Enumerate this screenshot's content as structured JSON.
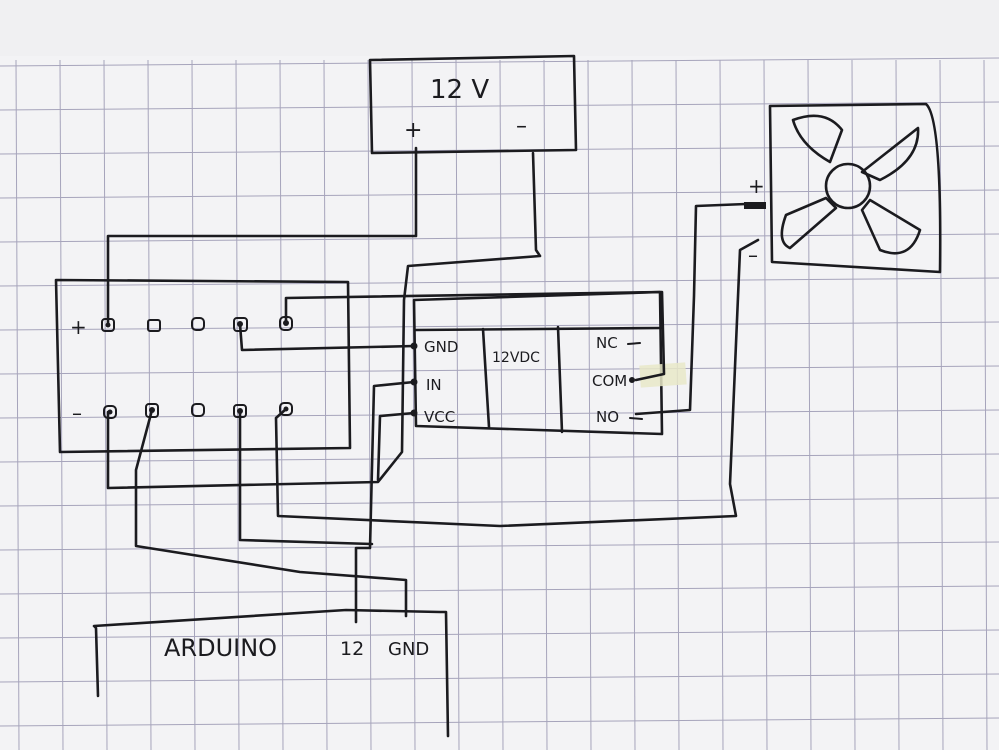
{
  "power_supply": {
    "voltage": "12 V",
    "plus": "+",
    "minus": "–"
  },
  "breadboard": {
    "plus": "+",
    "minus": "–"
  },
  "relay": {
    "gnd": "GND",
    "in": "IN",
    "vcc": "VCC",
    "model": "12VDC",
    "nc": "NC",
    "com": "COM",
    "no": "NO"
  },
  "fan": {
    "plus": "+",
    "minus": "–"
  },
  "arduino": {
    "name": "ARDUINO",
    "pin12": "12",
    "gnd": "GND"
  },
  "colors": {
    "ink": "#1b1b1f",
    "grid": "#8d8aa8",
    "paper": "#f3f3f5",
    "tape": "#e8e7c8"
  }
}
